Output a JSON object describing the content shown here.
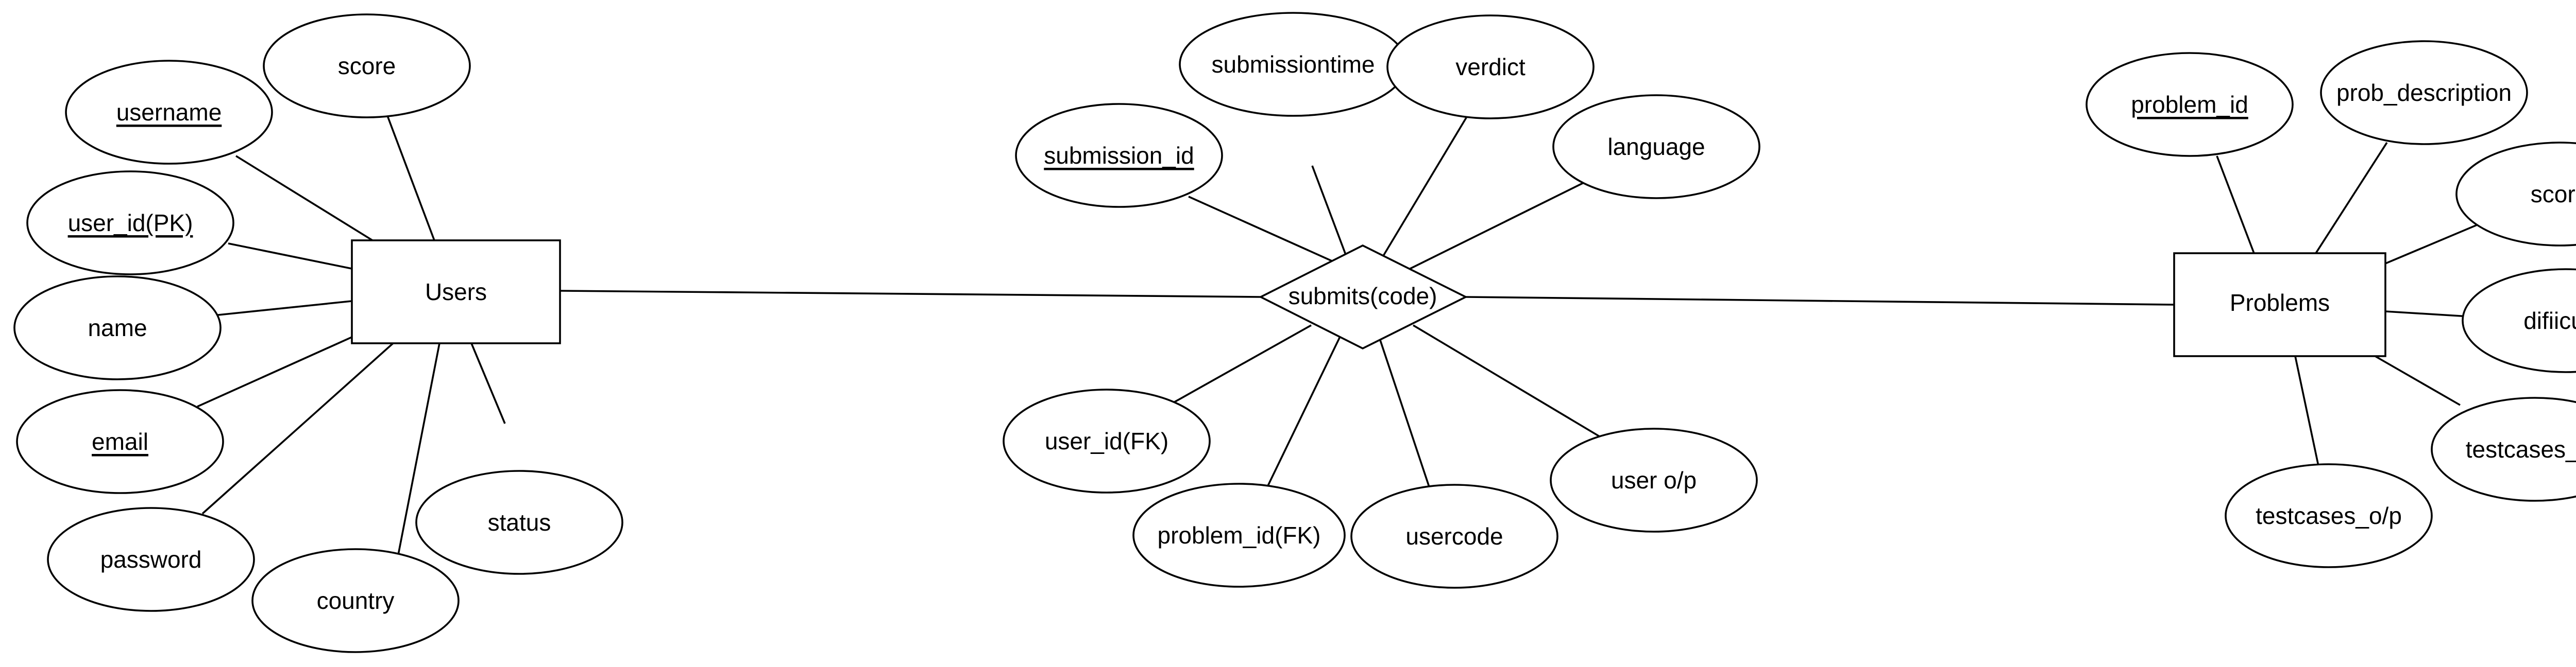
{
  "entities": {
    "users": "Users",
    "problems": "Problems"
  },
  "relationship": {
    "submits": "submits(code)"
  },
  "attributes": {
    "users": {
      "username": "username",
      "score": "score",
      "user_id": "user_id(PK)",
      "name": "name",
      "email": "email",
      "password": "password",
      "country": "country",
      "status": "status"
    },
    "submits": {
      "submission_id": "submission_id",
      "submissiontime": "submissiontime",
      "verdict": "verdict",
      "language": "language",
      "user_id_fk": "user_id(FK)",
      "problem_id_fk": "problem_id(FK)",
      "usercode": "usercode",
      "user_op": "user o/p"
    },
    "problems": {
      "problem_id": "problem_id",
      "prob_description": "prob_description",
      "score": "score",
      "difficulty": "difiiculty",
      "testcases_ip": "testcases_i/p",
      "testcases_op": "testcases_o/p"
    }
  },
  "key_attributes": [
    "username",
    "user_id(PK)",
    "email",
    "submission_id",
    "problem_id"
  ]
}
